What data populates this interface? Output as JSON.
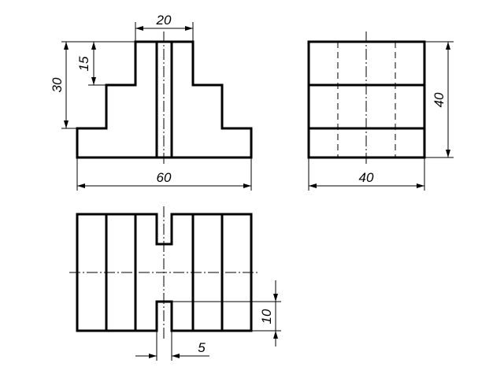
{
  "dimensions": {
    "top_width": "20",
    "step_height": "15",
    "total_height": "30",
    "front_width": "60",
    "side_height": "40",
    "side_width": "40",
    "slot_depth": "10",
    "slot_width": "5"
  }
}
